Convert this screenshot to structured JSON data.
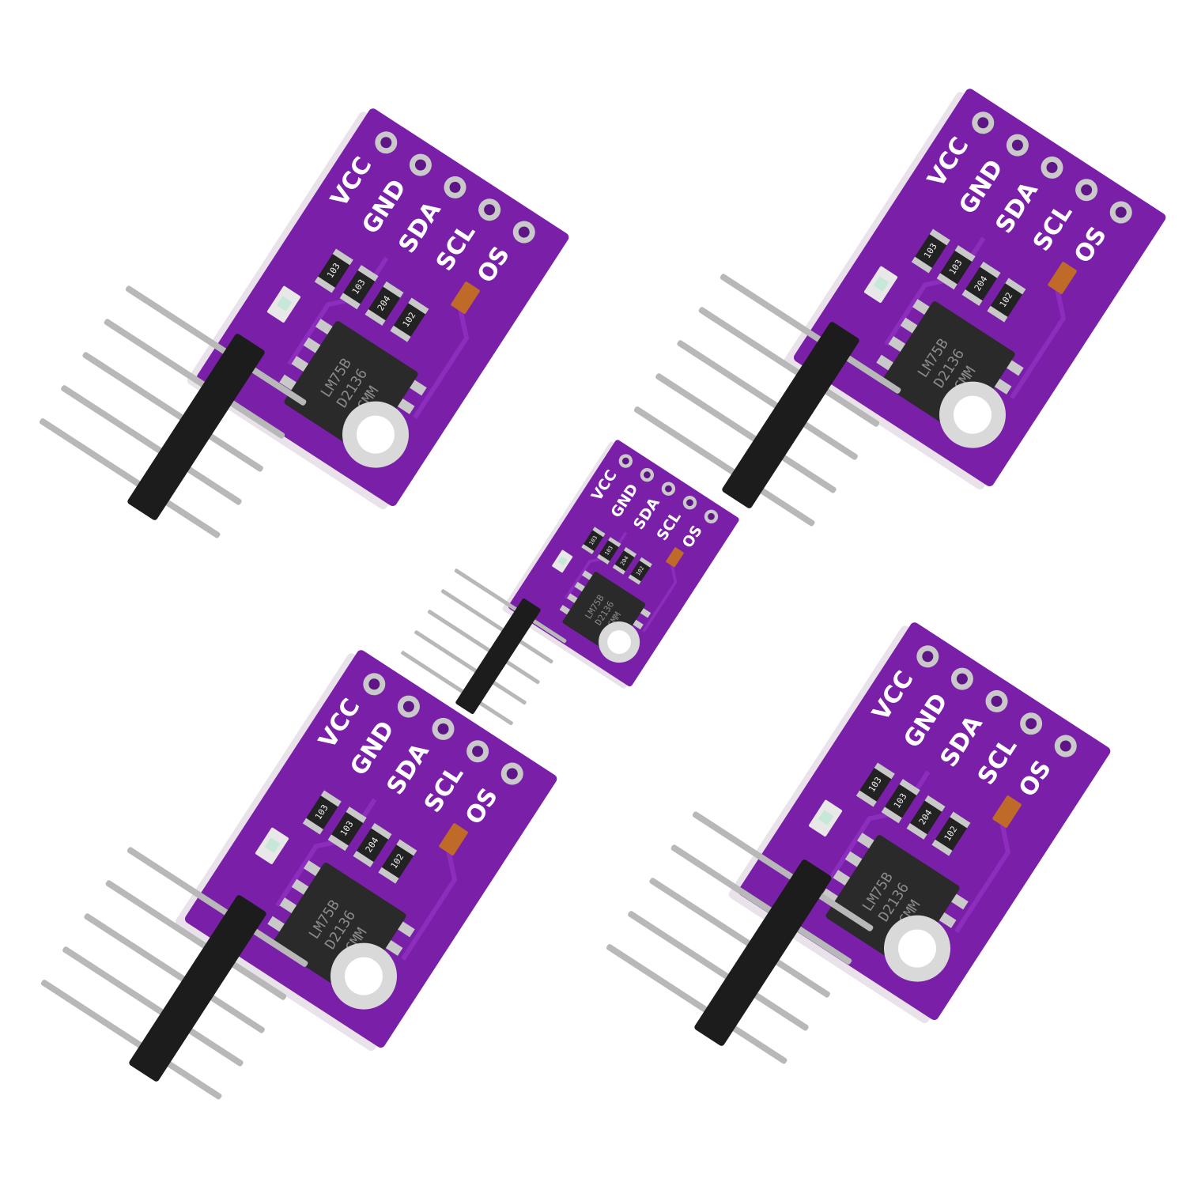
{
  "colors": {
    "background": "#ffffff",
    "pcb": "#7a1fa8",
    "pcb_dark": "#5e1585",
    "pcb_trace": "#8c2dbd",
    "pcb_edge": "#e9e2ea",
    "pad": "#c9c9c9",
    "chip": "#2a2a2a",
    "header_plastic": "#1c1c1c",
    "pin_metal": "#b8b8b8"
  },
  "modules": [
    {
      "pin_labels": [
        "VCC",
        "GND",
        "SDA",
        "SCL",
        "OS"
      ],
      "chip_lines": [
        "LM75B",
        "D2136",
        "CMM"
      ],
      "resistor_codes": [
        "103",
        "103",
        "204",
        "102"
      ]
    },
    {
      "pin_labels": [
        "VCC",
        "GND",
        "SDA",
        "SCL",
        "OS"
      ],
      "chip_lines": [
        "LM75B",
        "D2136",
        "CMM"
      ],
      "resistor_codes": [
        "103",
        "103",
        "204",
        "102"
      ]
    },
    {
      "pin_labels": [
        "VCC",
        "GND",
        "SDA",
        "SCL",
        "OS"
      ],
      "chip_lines": [
        "LM75B",
        "D2136",
        "CMM"
      ],
      "resistor_codes": [
        "103",
        "103",
        "204",
        "102"
      ]
    },
    {
      "pin_labels": [
        "VCC",
        "GND",
        "SDA",
        "SCL",
        "OS"
      ],
      "chip_lines": [
        "LM75B",
        "D2136",
        "CMM"
      ],
      "resistor_codes": [
        "103",
        "103",
        "204",
        "102"
      ]
    },
    {
      "pin_labels": [
        "VCC",
        "GND",
        "SDA",
        "SCL",
        "OS"
      ],
      "chip_lines": [
        "LM75B",
        "D2136",
        "CMM"
      ],
      "resistor_codes": [
        "103",
        "103",
        "204",
        "102"
      ]
    }
  ]
}
